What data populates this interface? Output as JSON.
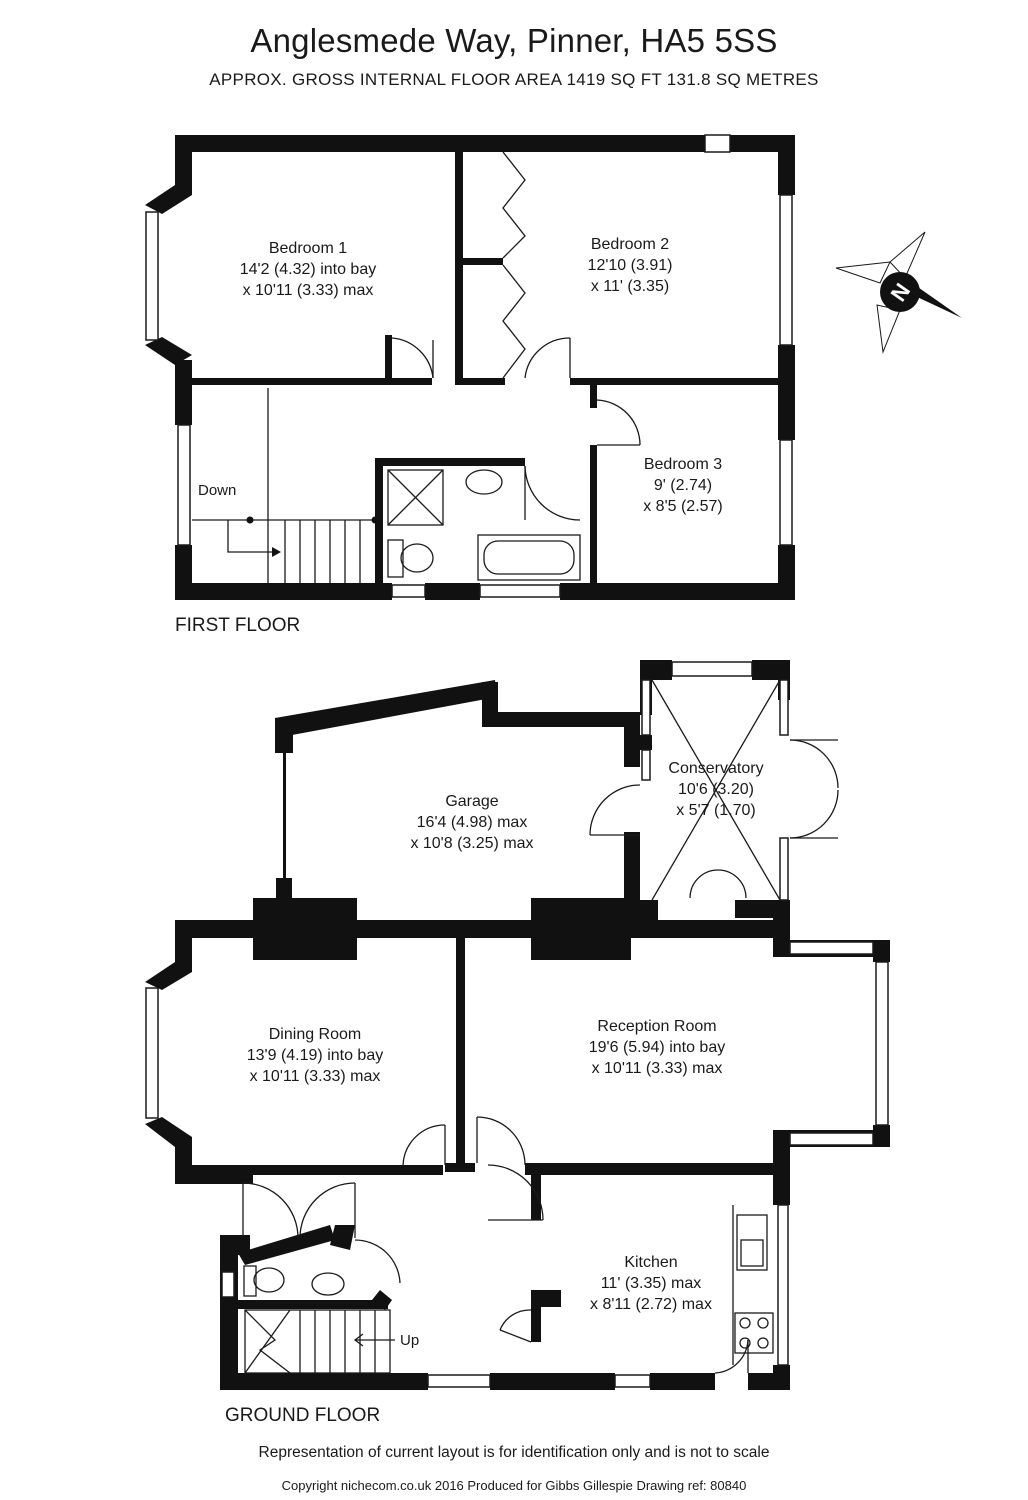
{
  "header": {
    "title": "Anglesmede Way, Pinner, HA5 5SS",
    "subtitle": "APPROX. GROSS INTERNAL FLOOR AREA 1419 SQ FT 131.8 SQ METRES"
  },
  "floors": {
    "first": {
      "label": "FIRST FLOOR",
      "rooms": [
        {
          "name": "Bedroom 1",
          "dim1": "14'2 (4.32) into bay",
          "dim2": "x 10'11 (3.33) max"
        },
        {
          "name": "Bedroom 2",
          "dim1": "12'10 (3.91)",
          "dim2": "x 11' (3.35)"
        },
        {
          "name": "Bedroom 3",
          "dim1": "9' (2.74)",
          "dim2": "x 8'5 (2.57)"
        }
      ],
      "stairs_label": "Down"
    },
    "ground": {
      "label": "GROUND FLOOR",
      "rooms": [
        {
          "name": "Garage",
          "dim1": "16'4 (4.98) max",
          "dim2": "x 10'8 (3.25) max"
        },
        {
          "name": "Conservatory",
          "dim1": "10'6 (3.20)",
          "dim2": "x 5'7 (1.70)"
        },
        {
          "name": "Dining Room",
          "dim1": "13'9 (4.19) into bay",
          "dim2": "x 10'11 (3.33) max"
        },
        {
          "name": "Reception Room",
          "dim1": "19'6 (5.94) into bay",
          "dim2": "x 10'11 (3.33) max"
        },
        {
          "name": "Kitchen",
          "dim1": "11' (3.35) max",
          "dim2": "x 8'11 (2.72) max"
        }
      ],
      "stairs_label": "Up"
    }
  },
  "compass": {
    "letter": "N",
    "icon": "compass-rose-icon"
  },
  "footer": {
    "disclaimer": "Representation of current layout is for identification only and is not to scale",
    "copyright": "Copyright nichecom.co.uk 2016  Produced for Gibbs Gillespie  Drawing ref:  80840"
  },
  "colors": {
    "wall": "#111111",
    "line": "#1a1a1a",
    "background": "#ffffff"
  }
}
